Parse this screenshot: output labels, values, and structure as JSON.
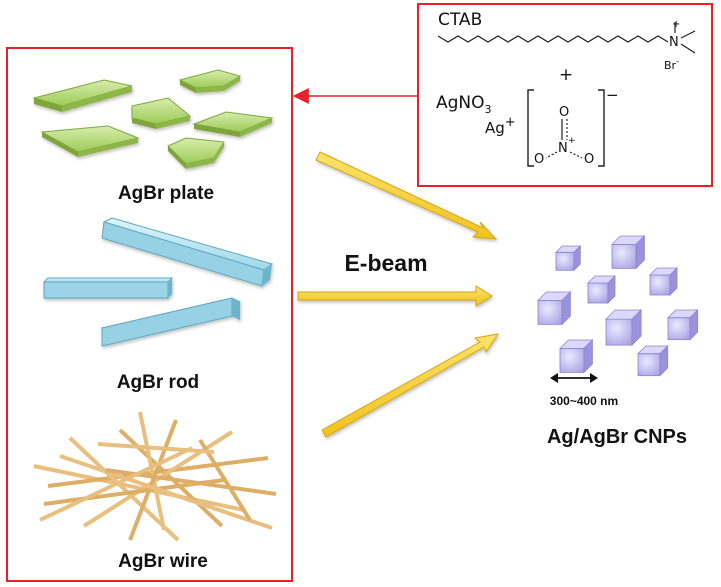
{
  "left_panel": {
    "labels": {
      "plate": "AgBr plate",
      "rod": "AgBr rod",
      "wire": "AgBr wire"
    }
  },
  "reagents": {
    "ctab": "CTAB",
    "bromide": "Br",
    "bromide_charge": "-",
    "ammonium_charge": "+",
    "plus": "+",
    "agno3_base": "AgNO",
    "agno3_sub": "3",
    "ag_cation": "Ag",
    "ag_charge": "+",
    "nitrate_charge": "−",
    "nitrogen": "N",
    "nitrogen_charge": "+",
    "oxygen": "O"
  },
  "process": {
    "label": "E-beam"
  },
  "product": {
    "scale": "300~400 nm",
    "label": "Ag/AgBr CNPs"
  },
  "colors": {
    "frame": "#e8202a",
    "plate": "#a6cf5c",
    "rod": "#a4dcec",
    "wire": "#ecc487",
    "arrow": "#f4cf2a",
    "cube": "#b9b2ea"
  }
}
